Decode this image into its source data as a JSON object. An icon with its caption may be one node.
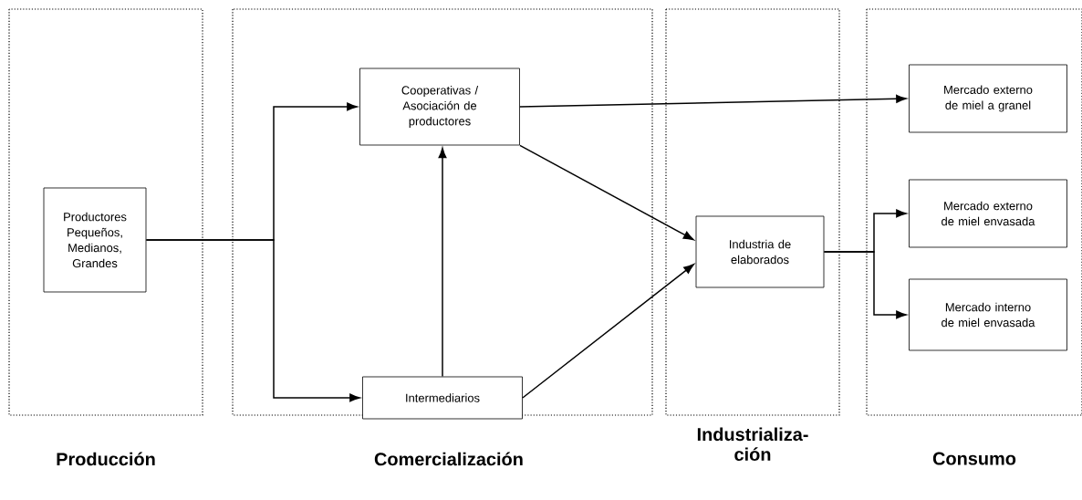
{
  "diagram": {
    "nodes": [
      {
        "text": [
          "Producción"
        ]
      },
      {
        "text": [
          "Comercialización"
        ]
      },
      {
        "text": [
          "Industrializa- ción"
        ]
      },
      {
        "text": [
          "Consumo"
        ]
      },
      {
        "text": [
          "Productores Pequeños, Medianos, Grandes"
        ],
        "in": 0
      },
      {
        "text": [
          "Cooperativas / Asociación de productores"
        ],
        "in": 1
      },
      {
        "text": [
          "Intermediarios"
        ],
        "in": 1
      },
      {
        "text": [
          "Industria de elaborados"
        ],
        "in": 2
      },
      {
        "text": [
          "Mercado externo de miel a granel"
        ],
        "in": 3
      },
      {
        "text": [
          "Mercado externo de miel envasada"
        ],
        "in": 3
      },
      {
        "text": [
          "Mercado interno de miel envasada"
        ],
        "in": 3
      }
    ],
    "edges": [
      {
        "from": 4,
        "to": 5,
        "arrow": "to"
      },
      {
        "from": 4,
        "to": 6,
        "arrow": "to"
      },
      {
        "from": 6,
        "to": 5,
        "arrow": "to"
      },
      {
        "from": 5,
        "to": 8,
        "arrow": "to"
      },
      {
        "from": 5,
        "to": 7,
        "arrow": "to"
      },
      {
        "from": 6,
        "to": 7,
        "arrow": "to"
      },
      {
        "from": 7,
        "to": 9,
        "arrow": "to"
      },
      {
        "from": 7,
        "to": 10,
        "arrow": "to"
      }
    ]
  }
}
